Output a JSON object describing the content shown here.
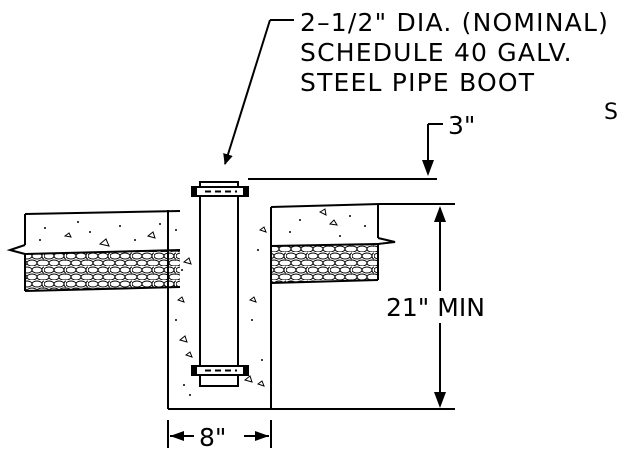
{
  "callout": {
    "line1": "2–1/2\" DIA. (NOMINAL)",
    "line2": "SCHEDULE 40 GALV.",
    "line3": "STEEL PIPE BOOT"
  },
  "clip_text": "S",
  "dimensions": {
    "top_offset": "3\"",
    "depth": "21\"  MIN",
    "width": "8\""
  }
}
